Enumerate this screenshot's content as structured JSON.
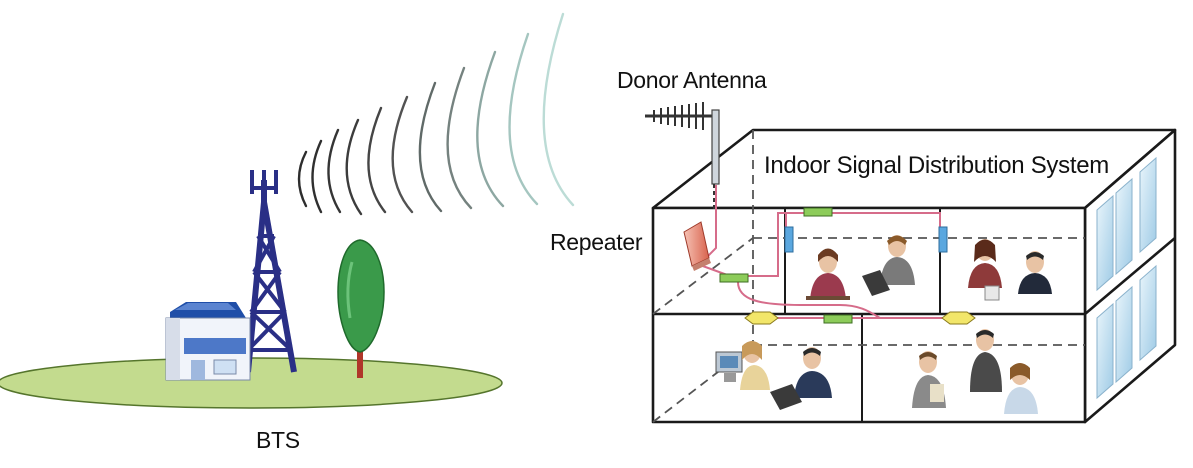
{
  "labels": {
    "donor_antenna": "Donor Antenna",
    "indoor_system": "Indoor Signal Distribution System",
    "repeater": "Repeater",
    "bts": "BTS"
  },
  "colors": {
    "tower": "#2a2f86",
    "ground": "#bfd98a",
    "ground_edge": "#5a7a2e",
    "tree": "#3a9a4a",
    "house_roof": "#3a62b8",
    "wave_dark": "#2b2b2b",
    "wave_light": "#b9d8d4",
    "building_line": "#1a1a1a",
    "cable": "#d66c8a",
    "panel_antenna": "#5aa7df",
    "ceiling_antenna": "#f2e66a",
    "splitter": "#8dcc5a",
    "window": "#bfe0f2"
  },
  "icons": [
    "tower-icon",
    "house-icon",
    "tree-icon",
    "donor-antenna-icon",
    "repeater-icon",
    "person-icon",
    "laptop-icon",
    "computer-icon"
  ]
}
